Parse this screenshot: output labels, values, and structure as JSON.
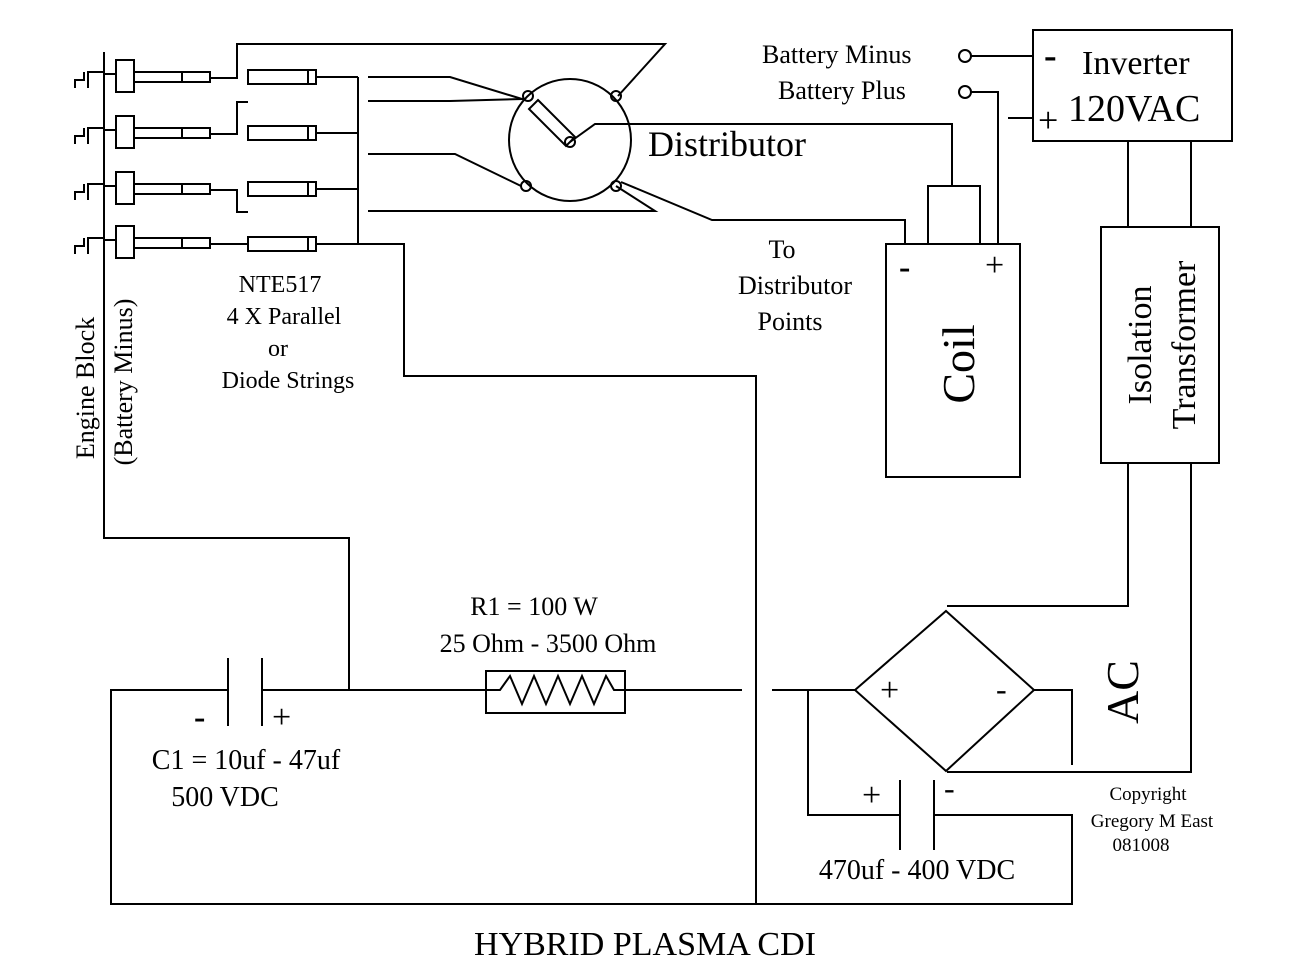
{
  "title": "HYBRID PLASMA CDI",
  "labels": {
    "battery_minus": "Battery Minus",
    "battery_plus": "Battery Plus",
    "inverter_minus": "-",
    "inverter_name": "Inverter",
    "inverter_plus": "+",
    "inverter_output": "120VAC",
    "distributor": "Distributor",
    "to_points_1": "To",
    "to_points_2": "Distributor",
    "to_points_3": "Points",
    "coil": "Coil",
    "coil_minus": "-",
    "coil_plus": "+",
    "isolation_1": "Isolation",
    "isolation_2": "Transformer",
    "diode_1": "NTE517",
    "diode_2": "4 X Parallel",
    "diode_3": "or",
    "diode_4": "Diode Strings",
    "engine_1": "Engine Block",
    "engine_2": "(Battery Minus)",
    "r1_1": "R1 = 100 W",
    "r1_2": "25 Ohm - 3500 Ohm",
    "c1_minus": "-",
    "c1_plus": "+",
    "c1_1": "C1 = 10uf - 47uf",
    "c1_2": "500 VDC",
    "bridge_plus": "+",
    "bridge_minus": "-",
    "ac": "AC",
    "c2_plus": "+",
    "c2_minus": "-",
    "c2": "470uf - 400 VDC",
    "copy_1": "Copyright",
    "copy_2": "Gregory M East",
    "copy_3": "081008"
  }
}
